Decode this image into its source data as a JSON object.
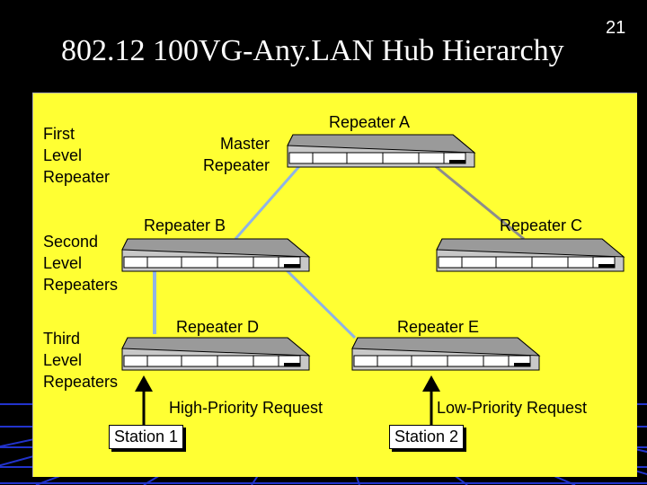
{
  "slide": {
    "title": "802.12 100VG-Any.LAN Hub Hierarchy",
    "number": "21"
  },
  "level_labels": {
    "first": "First\nLevel\nRepeater",
    "master": "Master\nRepeater",
    "second": "Second\nLevel\nRepeaters",
    "third": "Third\nLevel\nRepeaters"
  },
  "repeaters": {
    "a": "Repeater A",
    "b": "Repeater B",
    "c": "Repeater C",
    "d": "Repeater D",
    "e": "Repeater E"
  },
  "requests": {
    "high": "High-Priority Request",
    "low": "Low-Priority Request"
  },
  "stations": {
    "s1": "Station 1",
    "s2": "Station 2"
  },
  "colors": {
    "panel": "#ffff33",
    "link_gray": "#8c8c8c",
    "link_blue": "#8fb3e6",
    "grid": "#2233cc"
  }
}
